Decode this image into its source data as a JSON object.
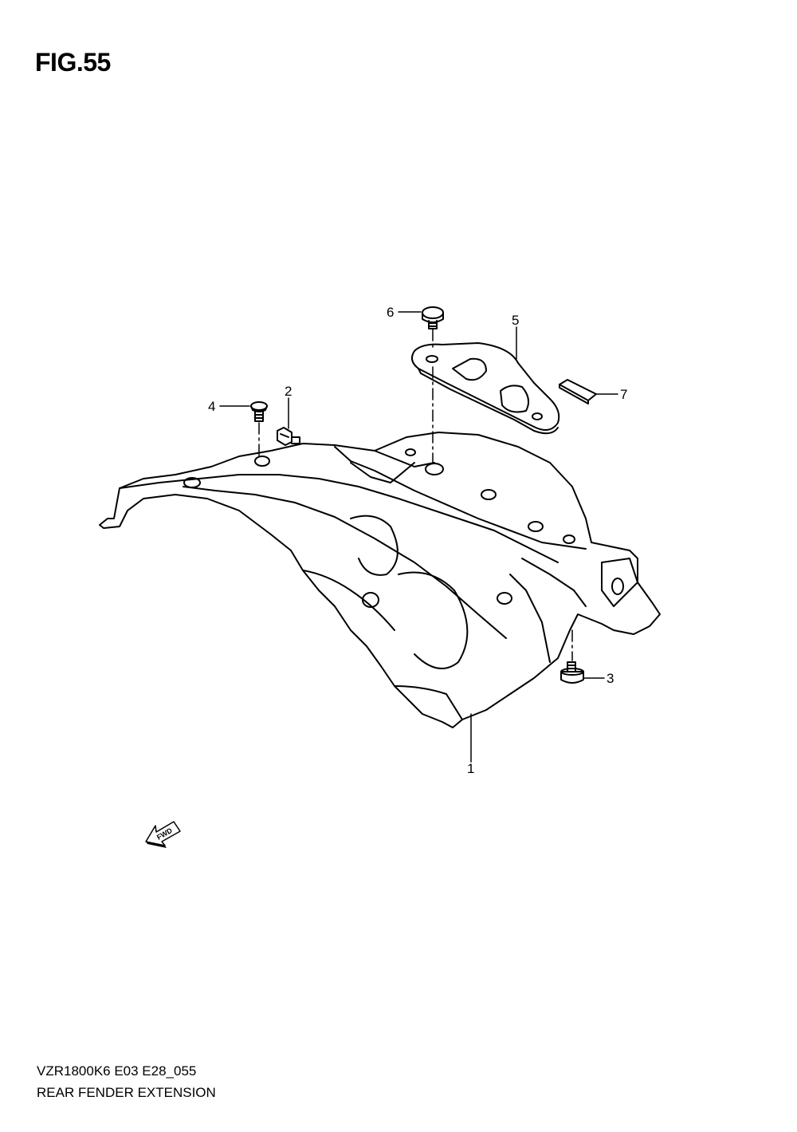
{
  "figure": {
    "title": "FIG.55",
    "code": "VZR1800K6 E03 E28_055",
    "name": "REAR FENDER EXTENSION"
  },
  "callouts": [
    "1",
    "2",
    "3",
    "4",
    "5",
    "6",
    "7"
  ],
  "fwd_label": "FWD"
}
